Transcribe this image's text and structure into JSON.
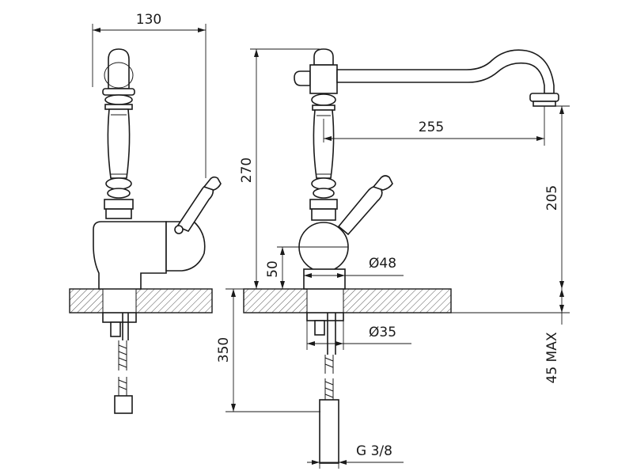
{
  "dimensions": {
    "width_top": "130",
    "height_total": "270",
    "reach": "255",
    "spout_height": "205",
    "base_height": "50",
    "base_diameter": "Ø48",
    "hole_diameter": "Ø35",
    "hose_length": "350",
    "counter_thickness": "45 MAX",
    "connection": "G 3/8"
  },
  "colors": {
    "stroke": "#1a1a1a",
    "hatch": "#555555",
    "background": "#ffffff"
  }
}
